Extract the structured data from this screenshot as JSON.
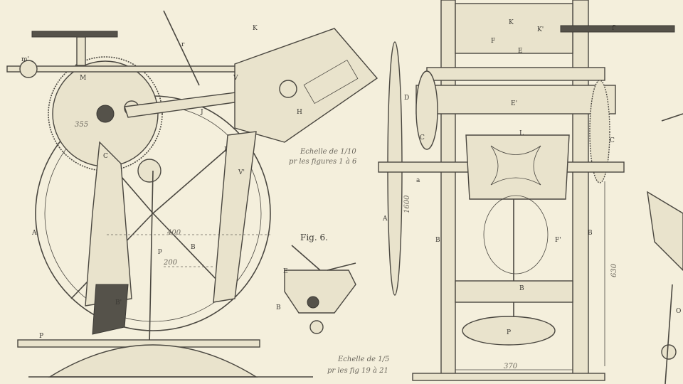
{
  "title": "Printing press technical engraving",
  "figure_label": "Fig. 6.",
  "scale_notes": [
    {
      "line1": "Echelle de 1/10",
      "line2": "pr les figures 1 à 6"
    },
    {
      "line1": "Echelle de 1/5",
      "line2": "pr les fig 19 à 21"
    }
  ],
  "dimensions": {
    "d400": "400",
    "d200": "200",
    "d355": "355",
    "d370": "370",
    "d630": "630",
    "d1600": "1600"
  },
  "labels": {
    "M": "M",
    "C": "C",
    "A": "A",
    "B": "B",
    "Bp": "B'",
    "P": "P",
    "K": "K",
    "Kp": "K'",
    "H": "H",
    "I": "I",
    "J": "J",
    "E": "E",
    "Ep": "E'",
    "F": "F",
    "Fp": "F'",
    "L": "L",
    "D": "D",
    "a": "a",
    "p": "p",
    "r": "r",
    "V": "V",
    "Vp": "V'",
    "O": "O",
    "f": "f'",
    "m": "m'"
  },
  "colors": {
    "paper": "#f4efdc",
    "ink": "#4a4740"
  }
}
